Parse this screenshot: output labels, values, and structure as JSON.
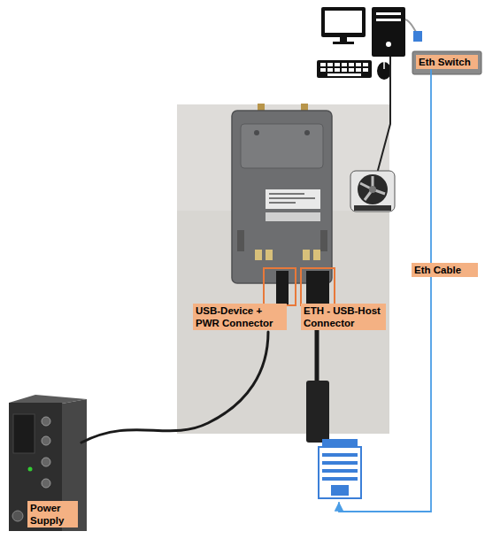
{
  "diagram": {
    "nodes": [
      {
        "text": [
          "Eth Switch"
        ]
      },
      {
        "text": [
          "USB-Device + PWR Connector"
        ]
      },
      {
        "text": [
          "ETH - USB-Host Connector"
        ]
      },
      {
        "text": [
          "Power Supply"
        ]
      }
    ],
    "edges": [
      {
        "from": 0,
        "to": 2,
        "label": "Eth Cable",
        "arrow": "to"
      },
      {
        "from": 3,
        "to": 1,
        "arrow": "none"
      }
    ]
  }
}
